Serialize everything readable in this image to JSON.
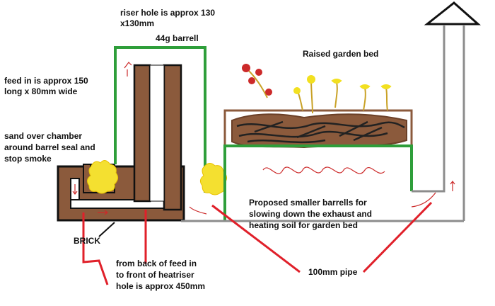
{
  "labels": {
    "riser_hole": [
      "riser hole is approx 130",
      "x130mm"
    ],
    "barrel": "44g  barrell",
    "feed_in": [
      "feed in is approx 150",
      "long x 80mm wide"
    ],
    "sand": [
      "sand over chamber",
      "around barrel seal and",
      "stop smoke"
    ],
    "garden_bed": "Raised garden bed",
    "proposed": [
      "Proposed smaller barrells for",
      "slowing down the exhaust and",
      "heating soil for garden bed"
    ],
    "brick": "BRICK",
    "pipe": "100mm pipe",
    "feed_back": [
      "from back of feed in",
      "to front of heatriser",
      "hole is approx 450mm"
    ]
  },
  "colors": {
    "brick": "#8b5a3c",
    "brick_outline": "#111111",
    "barrel": "#2e9e3a",
    "pipe": "#8c8c8c",
    "pointer": "#e0202a",
    "flame": "#f4e030",
    "plant_flower": "#cc2a2a",
    "plant_bloom": "#f2e020",
    "plant_stem": "#c9a227",
    "soil": "#8b5a3c",
    "soil_dark": "#222222"
  }
}
